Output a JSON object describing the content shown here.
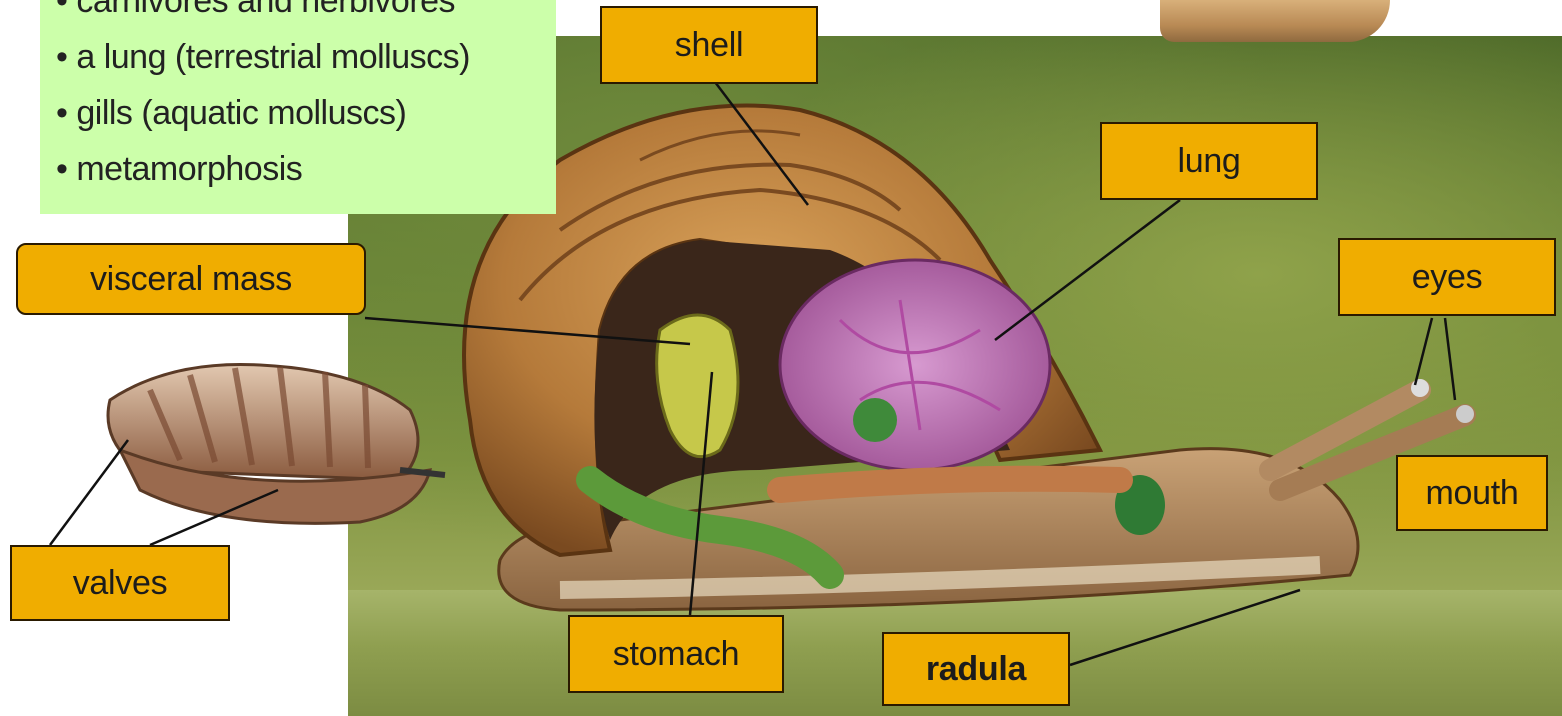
{
  "info_box": {
    "items": [
      "• carnivores and herbivores",
      "• a lung (terrestrial molluscs)",
      "• gills (aquatic molluscs)",
      "• metamorphosis"
    ]
  },
  "labels": {
    "shell": "shell",
    "lung": "lung",
    "visceral_mass": "visceral mass",
    "eyes": "eyes",
    "mouth": "mouth",
    "valves": "valves",
    "stomach": "stomach",
    "radula": "radula"
  },
  "colors": {
    "label_fill": "#f0ad00",
    "info_box_fill": "#ccffaa",
    "leader_line": "#111111"
  }
}
